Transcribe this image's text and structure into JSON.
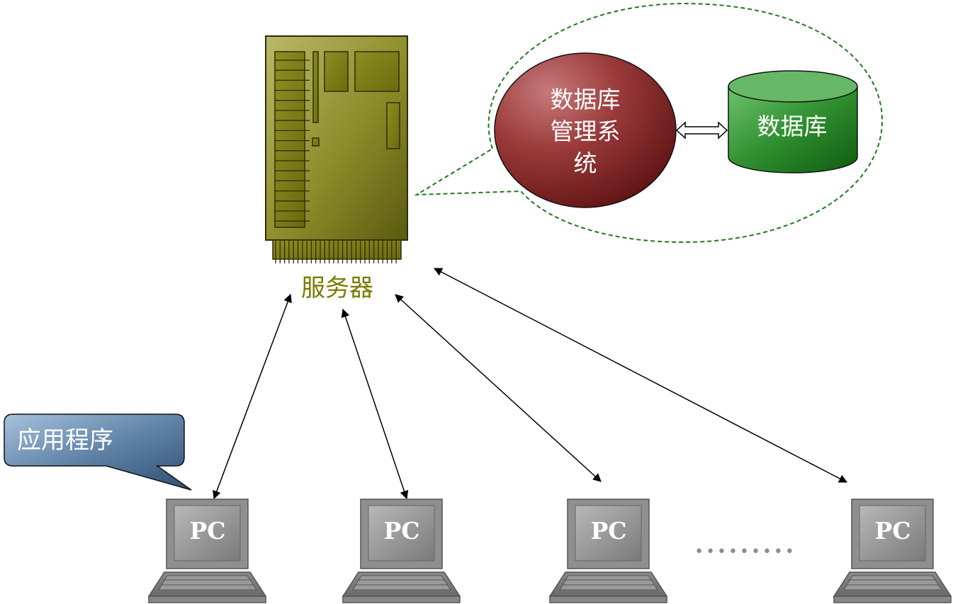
{
  "server": {
    "label": "服务器"
  },
  "dbms": {
    "label_lines": [
      "数据库",
      "管理系",
      "统"
    ]
  },
  "database": {
    "label": "数据库"
  },
  "callout": {
    "label": "应用程序"
  },
  "pcs": [
    {
      "label": "PC"
    },
    {
      "label": "PC"
    },
    {
      "label": "PC"
    },
    {
      "label": "PC"
    }
  ],
  "ellipsis": "•••••••••",
  "colors": {
    "server_body": "#8a8a22",
    "server_label": "#7a7a00",
    "dbms_fill": "#8b2a2a",
    "db_fill": "#2f8f2f",
    "bubble_border": "#1f7a1f",
    "callout_fill": "#4f6f91",
    "pc_gray": "#8c8c8c"
  }
}
